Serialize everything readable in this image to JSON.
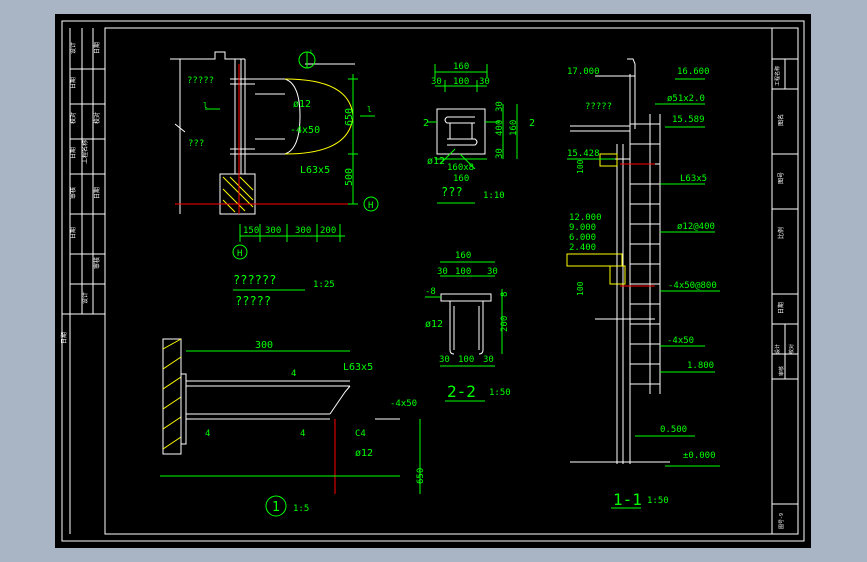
{
  "title_block_left": {
    "cells": [
      "设计",
      "日期",
      "校对",
      "日期",
      "审核",
      "日期",
      "工程名称",
      "设计",
      "日期",
      "校对",
      "日期",
      "审核",
      "日期"
    ]
  },
  "title_block_right": {
    "cells": [
      "工程名称",
      "图名",
      "图号",
      "比例",
      "日期",
      "设计",
      "校对",
      "审核",
      "图号-9"
    ]
  },
  "top_detail": {
    "label_wall": "?????",
    "label_anchor": "???",
    "phi12": "ø12",
    "bar": "-4x50",
    "angle": "L63x5",
    "dim_650": "650",
    "dim_500": "500",
    "dims_bottom": [
      "150",
      "300",
      "300",
      "200"
    ],
    "axis_H": "H",
    "title_line1": "??????",
    "title_line2": "?????",
    "scale": "1:25"
  },
  "section_rung": {
    "dims_top": [
      "160",
      "30",
      "100",
      "30"
    ],
    "dims_side": [
      "30",
      "400",
      "30"
    ],
    "dim_160_side": "160",
    "dim_160_bottom": "160",
    "cut_left": "2",
    "cut_right": "2",
    "phi12": "ø12",
    "flat": "160x8",
    "title": "???",
    "scale": "1:10"
  },
  "section_22": {
    "dims_top": [
      "160",
      "30",
      "100",
      "30"
    ],
    "dims_bottom": [
      "30",
      "100",
      "30"
    ],
    "plate": "-8",
    "dim_8": "8",
    "dim_200": "200",
    "phi12": "ø12",
    "title": "2-2",
    "scale": "1:50"
  },
  "detail_1": {
    "dim_300": "300",
    "angle": "L63x5",
    "bar": "-4x50",
    "weld1": "4",
    "weld2": "4",
    "weld3": "4",
    "channel": "C4",
    "phi12": "ø12",
    "dim_650": "650",
    "circle_num": "1",
    "scale": "1:5"
  },
  "section_11": {
    "elev_17000": "17.000",
    "elev_16600": "16.600",
    "pipe": "ø51x2.0",
    "label_parapet": "?????",
    "elev_15589": "15.589",
    "elev_15428": "15.428",
    "dim_100a": "100",
    "angle": "L63x5",
    "elevs_mid": [
      "12.000",
      "9.000",
      "6.000",
      "2.400"
    ],
    "rung": "ø12@400",
    "dim_100b": "100",
    "bar_spacing": "-4x50@800",
    "bar": "-4x50",
    "elev_1800": "1.800",
    "elev_0500": "0.500",
    "elev_0000": "±0.000",
    "title": "1-1",
    "scale": "1:50"
  }
}
